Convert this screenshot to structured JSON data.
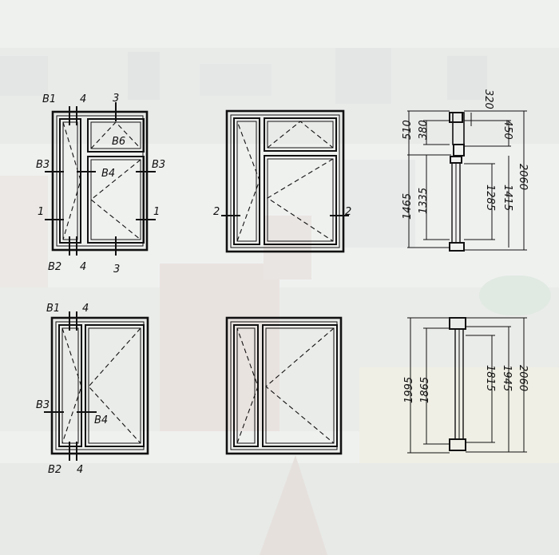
{
  "labels": {
    "b1": "B1",
    "b2": "B2",
    "b3": "B3",
    "b4": "B4",
    "b6": "B6",
    "n1": "1",
    "n2": "2",
    "n3": "3",
    "n4": "4"
  },
  "dimensions_top": [
    "510",
    "380",
    "1465",
    "1335",
    "320",
    "450",
    "1285",
    "1415",
    "2060"
  ],
  "dimensions_bottom": [
    "1995",
    "1865",
    "1815",
    "1945",
    "2060"
  ],
  "colors": {
    "line": "#111111",
    "background": "#f2f3f1"
  }
}
